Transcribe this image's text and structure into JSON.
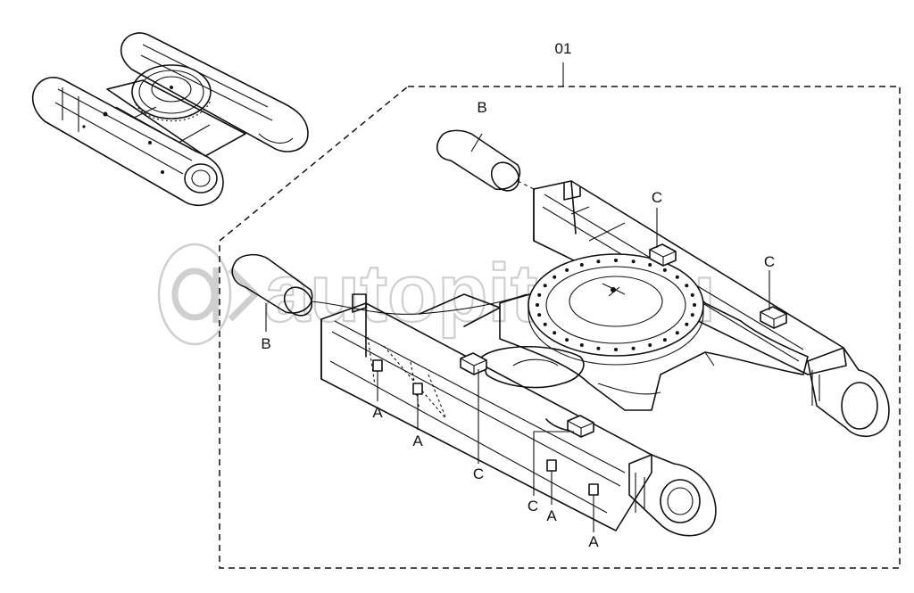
{
  "diagram": {
    "group_label": "01",
    "watermark": "autopiter.ru",
    "callouts": {
      "a1": "A",
      "a2": "A",
      "a3": "A",
      "a4": "A",
      "b1": "B",
      "b2": "B",
      "c1": "C",
      "c2": "C",
      "c3": "C",
      "c4": "C"
    }
  }
}
